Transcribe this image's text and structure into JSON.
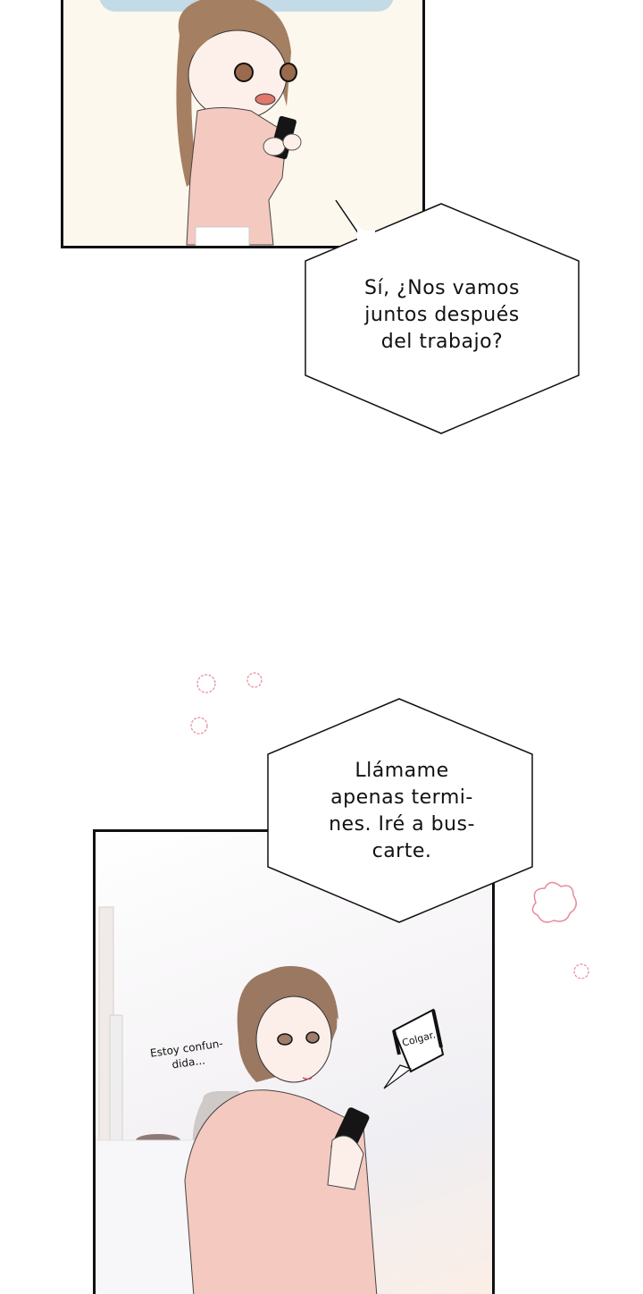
{
  "page": {
    "type": "webtoon-page",
    "background": "#ffffff"
  },
  "panels": [
    {
      "id": "panel-1",
      "description": "Chibi woman in pink shirt looking at black phone, open mouth",
      "background": "#fdf8ee"
    },
    {
      "id": "panel-2",
      "description": "Woman in pink shirt holding phone in office setting",
      "background": "#f3f2f4"
    }
  ],
  "bubbles": [
    {
      "id": "bubble-1",
      "shape": "hexagon",
      "lines": [
        "Sí, ¿Nos vamos",
        "juntos después",
        "del trabajo?"
      ]
    },
    {
      "id": "bubble-2",
      "shape": "hexagon",
      "lines": [
        "Llámame",
        "apenas termi-",
        "nes. Iré a bus-",
        "carte."
      ]
    }
  ],
  "sfx": {
    "thought": [
      "Estoy confun-",
      "dida..."
    ],
    "phone_bubble": "Colgar."
  },
  "colors": {
    "shirt": "#f4c9c0",
    "hair": "#a07a5e",
    "phone": "#151515",
    "flower_outline": "#e88a9c",
    "cloud": "#c3dbe6"
  }
}
